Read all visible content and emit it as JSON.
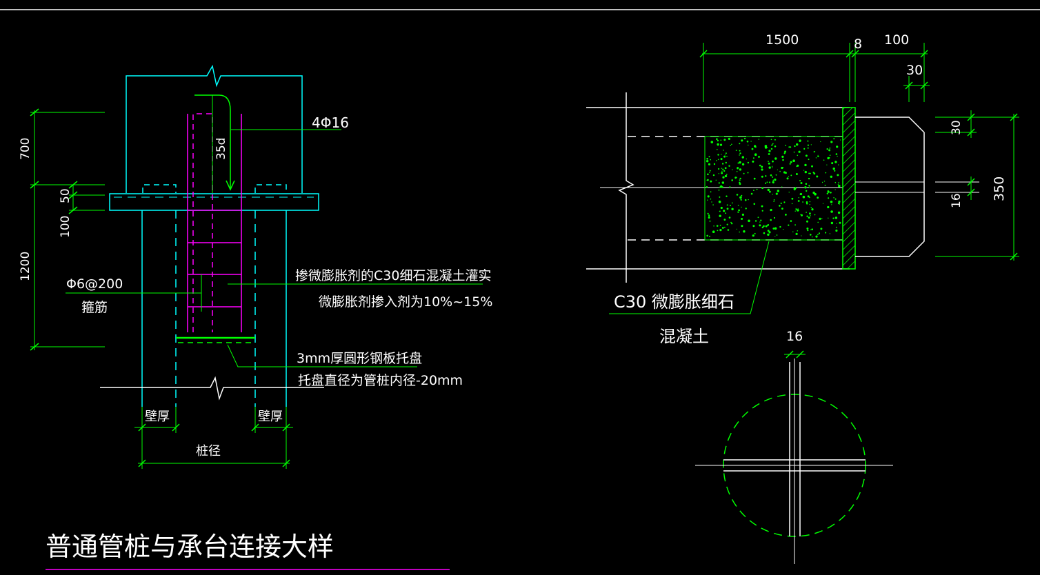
{
  "left_detail": {
    "dims": {
      "d700": "700",
      "d50": "50",
      "d100": "100",
      "d1200": "1200",
      "rebar": "4Φ16",
      "anchor": "35d"
    },
    "stirrup": {
      "line1": "Φ6@200",
      "line2": "箍筋"
    },
    "fill_note": {
      "line1": "掺微膨胀剂的C30细石混凝土灌实",
      "line2": "微膨胀剂掺入剂为10%~15%"
    },
    "tray_note": {
      "line1": "3mm厚圆形钢板托盘",
      "line2": "托盘直径为管桩内径-20mm"
    },
    "wall_left": "壁厚",
    "wall_right": "壁厚",
    "pile_dia": "桩径"
  },
  "right_detail": {
    "dims": {
      "d1500": "1500",
      "d8": "8",
      "d100": "100",
      "d30_top": "30",
      "d30_side": "30",
      "d16_side": "16",
      "d350": "350"
    },
    "concrete": {
      "line1": "C30 微膨胀细石",
      "line2": "混凝土"
    }
  },
  "circle_detail": {
    "d16": "16"
  },
  "title": "普通管桩与承台连接大样",
  "colors": {
    "line_green": "#00ff00",
    "line_white": "#ffffff",
    "line_cyan": "#00ffff",
    "line_magenta": "#ff00ff",
    "background": "#000000"
  }
}
